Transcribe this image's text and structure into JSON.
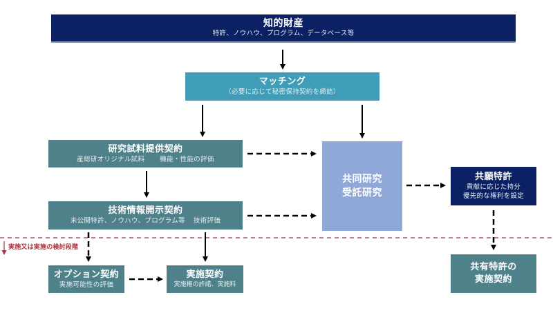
{
  "diagram": {
    "intellectual_property": {
      "title": "知的財産",
      "subtitle": "特許、ノウハウ、プログラム、データベース等"
    },
    "matching": {
      "title": "マッチング",
      "subtitle": "（必要に応じて秘密保持契約を締結）"
    },
    "research_sample_agreement": {
      "title": "研究試料提供契約",
      "subtitle_left": "産総研オリジナル試料",
      "subtitle_right": "機能・性能の評価"
    },
    "technical_info_agreement": {
      "title": "技術情報開示契約",
      "subtitle_left": "未公開特許、ノウハウ、プログラム等",
      "subtitle_right": "技術評価"
    },
    "joint_research": {
      "line1": "共同研究",
      "line2": "受託研究"
    },
    "joint_application_patent": {
      "title": "共願特許",
      "line1": "貢献に応じた持分",
      "line2": "優先的な権利を設定"
    },
    "stage_divider": {
      "label": "実施又は実施の検討段階",
      "color": "#b0303a"
    },
    "option_agreement": {
      "title": "オプション契約",
      "subtitle": "実施可能性の評価"
    },
    "implementation_agreement": {
      "title": "実施契約",
      "subtitle": "実施権の許諾、実施料"
    },
    "shared_patent_agreement": {
      "line1": "共有特許の",
      "line2": "実施契約"
    },
    "colors": {
      "navy": "#0b2163",
      "teal": "#3f9db7",
      "slate": "#4f818b",
      "periwinkle": "#8fa8d8",
      "arrow": "#000000"
    }
  }
}
